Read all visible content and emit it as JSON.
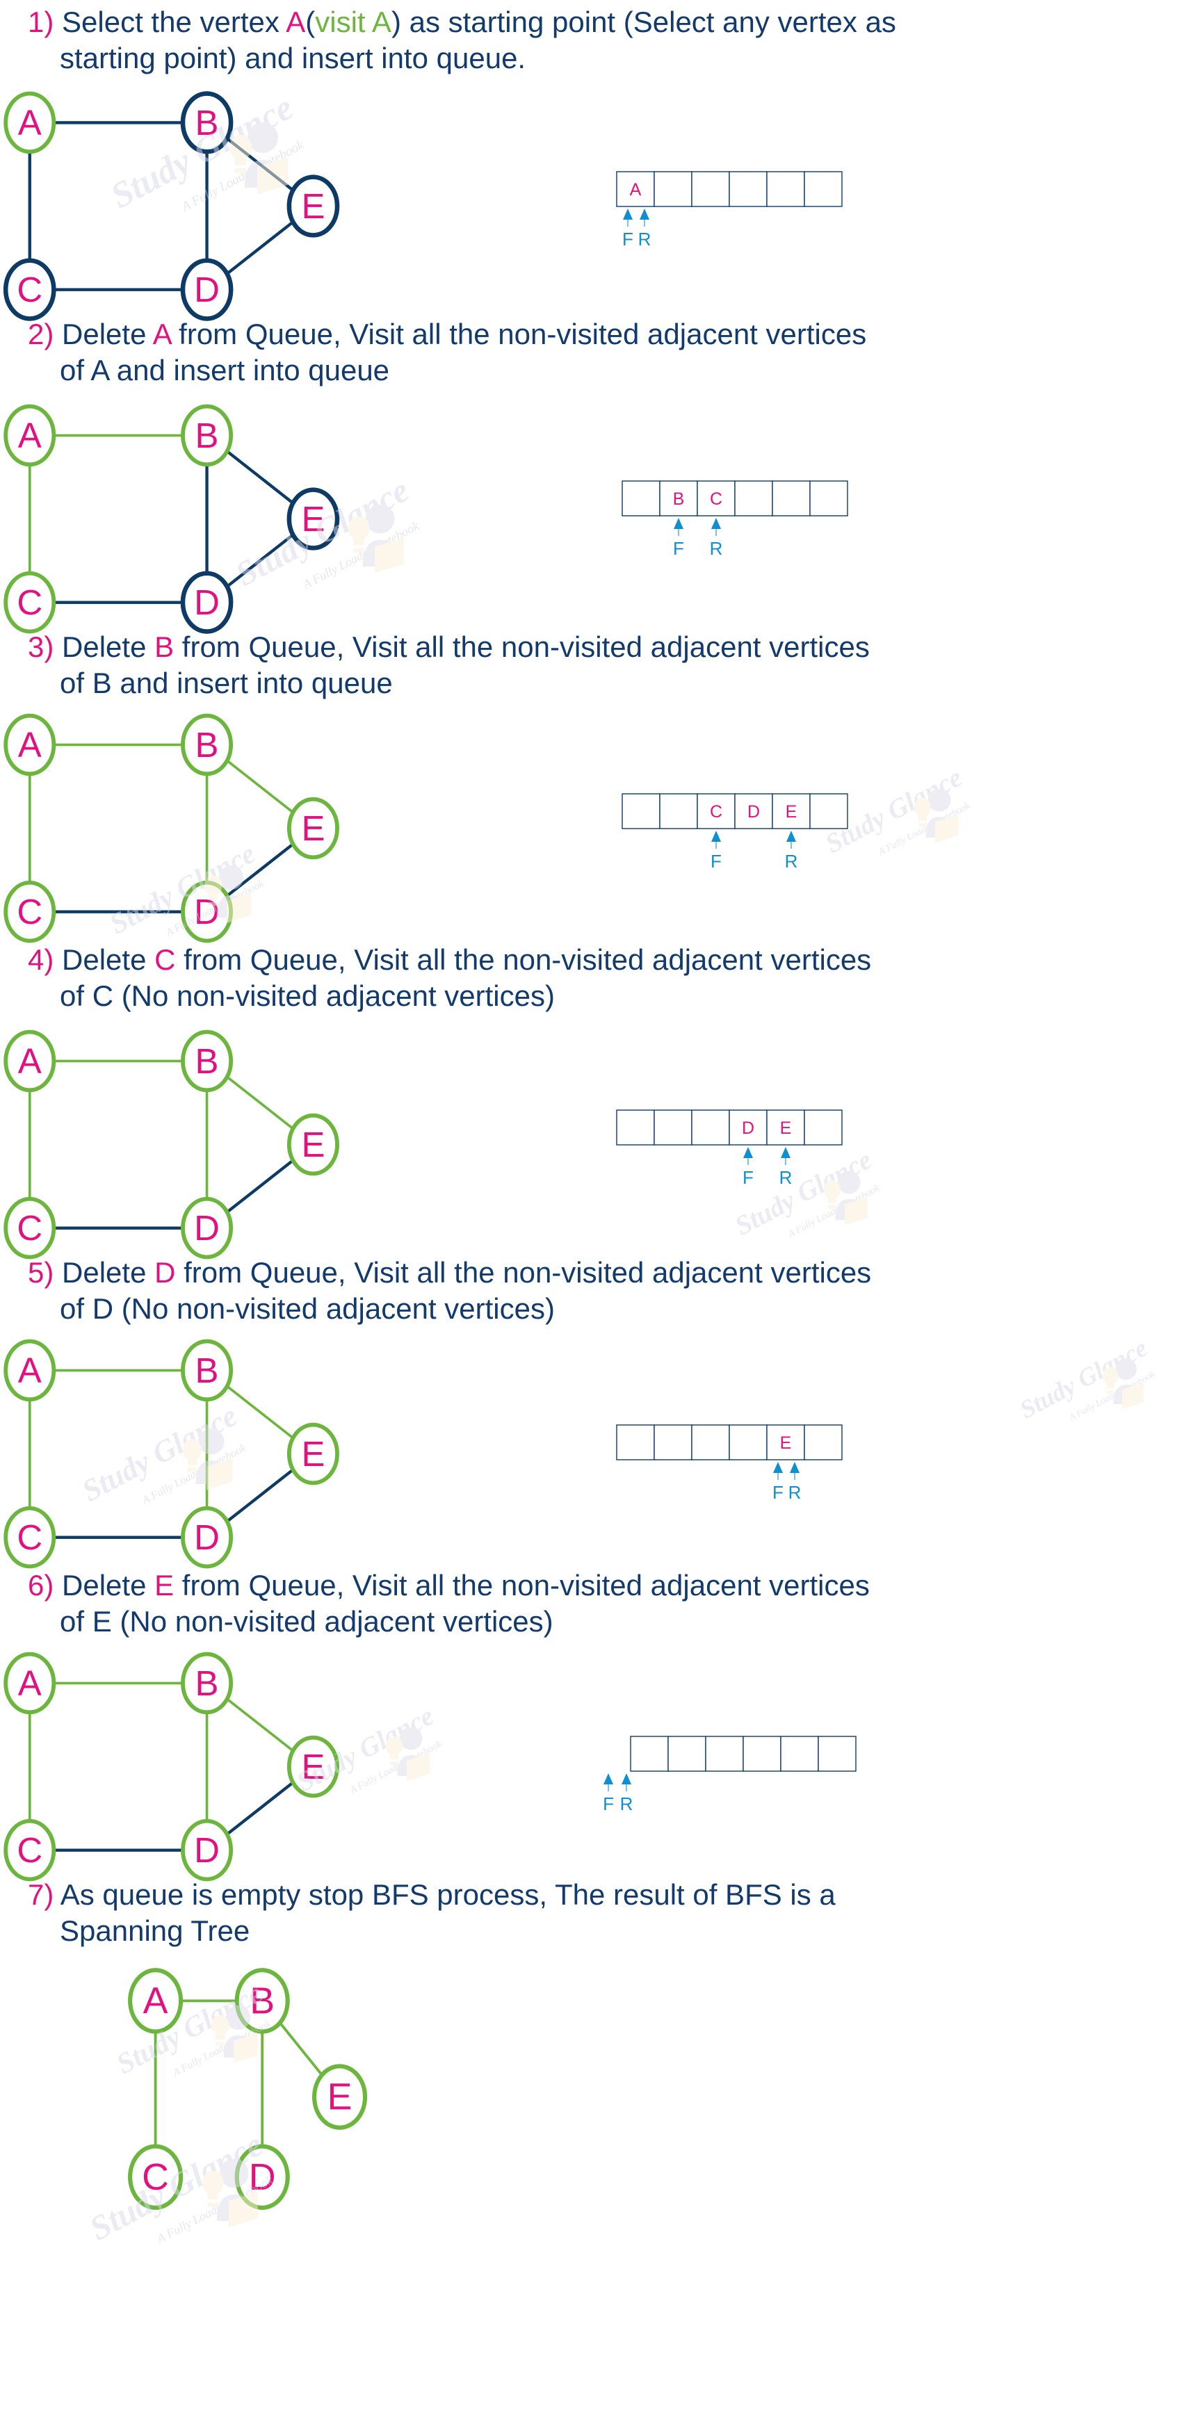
{
  "colors": {
    "text_navy": "#123a6d",
    "pink": "#e2117f",
    "green": "#6cb63d",
    "dark_blue": "#0d3b66",
    "pointer_blue": "#0f8fcf",
    "cell_border": "#0d3b66",
    "watermark": "#d9d9e8"
  },
  "watermark": {
    "main": "Study Glance",
    "sub": "A Fully Loaded Notebook"
  },
  "graph": {
    "vertices": [
      "A",
      "B",
      "C",
      "D",
      "E"
    ],
    "edges": [
      "A-B",
      "A-C",
      "B-D",
      "B-E",
      "C-D",
      "D-E"
    ],
    "spanning_tree_edges": [
      "A-B",
      "A-C",
      "B-D",
      "B-E"
    ]
  },
  "queue": {
    "cells": 6,
    "front_label": "F",
    "rear_label": "R"
  },
  "steps": [
    {
      "number": "1)",
      "line1_parts": [
        {
          "t": "Select the vertex ",
          "c": "navy"
        },
        {
          "t": "A",
          "c": "pink"
        },
        {
          "t": "(",
          "c": "navy"
        },
        {
          "t": "visit A",
          "c": "green"
        },
        {
          "t": ") as starting point (Select any vertex as",
          "c": "navy"
        }
      ],
      "line2_parts": [
        {
          "t": "starting point) and insert into queue.",
          "c": "navy"
        }
      ],
      "graph": {
        "visited": [
          "A"
        ],
        "green_edges": [],
        "layout": "full"
      },
      "queue_state": {
        "values": [
          "A",
          "",
          "",
          "",
          "",
          ""
        ],
        "front_index": 0,
        "rear_index": 0,
        "empty_pointers": false
      }
    },
    {
      "number": "2)",
      "line1_parts": [
        {
          "t": "Delete ",
          "c": "navy"
        },
        {
          "t": "A",
          "c": "pink"
        },
        {
          "t": " from Queue, Visit all the non-visited adjacent vertices",
          "c": "navy"
        }
      ],
      "line2_parts": [
        {
          "t": "of A and insert into queue",
          "c": "navy"
        }
      ],
      "graph": {
        "visited": [
          "A",
          "B",
          "C"
        ],
        "green_edges": [
          "A-B",
          "A-C"
        ],
        "layout": "full"
      },
      "queue_state": {
        "values": [
          "",
          "B",
          "C",
          "",
          "",
          ""
        ],
        "front_index": 1,
        "rear_index": 2,
        "empty_pointers": false
      }
    },
    {
      "number": "3)",
      "line1_parts": [
        {
          "t": "Delete ",
          "c": "navy"
        },
        {
          "t": "B",
          "c": "pink"
        },
        {
          "t": " from Queue, Visit all the non-visited adjacent vertices",
          "c": "navy"
        }
      ],
      "line2_parts": [
        {
          "t": "of B and insert into queue",
          "c": "navy"
        }
      ],
      "graph": {
        "visited": [
          "A",
          "B",
          "C",
          "D",
          "E"
        ],
        "green_edges": [
          "A-B",
          "A-C",
          "B-D",
          "B-E"
        ],
        "layout": "full"
      },
      "queue_state": {
        "values": [
          "",
          "",
          "C",
          "D",
          "E",
          ""
        ],
        "front_index": 2,
        "rear_index": 4,
        "empty_pointers": false
      }
    },
    {
      "number": "4)",
      "line1_parts": [
        {
          "t": "Delete ",
          "c": "navy"
        },
        {
          "t": "C",
          "c": "pink"
        },
        {
          "t": " from Queue, Visit all the non-visited adjacent vertices",
          "c": "navy"
        }
      ],
      "line2_parts": [
        {
          "t": "of C (No non-visited adjacent vertices)",
          "c": "navy"
        }
      ],
      "graph": {
        "visited": [
          "A",
          "B",
          "C",
          "D",
          "E"
        ],
        "green_edges": [
          "A-B",
          "A-C",
          "B-D",
          "B-E"
        ],
        "layout": "full"
      },
      "queue_state": {
        "values": [
          "",
          "",
          "",
          "D",
          "E",
          ""
        ],
        "front_index": 3,
        "rear_index": 4,
        "empty_pointers": false
      }
    },
    {
      "number": "5)",
      "line1_parts": [
        {
          "t": "Delete ",
          "c": "navy"
        },
        {
          "t": "D",
          "c": "pink"
        },
        {
          "t": " from Queue, Visit all the non-visited adjacent vertices",
          "c": "navy"
        }
      ],
      "line2_parts": [
        {
          "t": "of D (No non-visited adjacent vertices)",
          "c": "navy"
        }
      ],
      "graph": {
        "visited": [
          "A",
          "B",
          "C",
          "D",
          "E"
        ],
        "green_edges": [
          "A-B",
          "A-C",
          "B-D",
          "B-E"
        ],
        "layout": "full"
      },
      "queue_state": {
        "values": [
          "",
          "",
          "",
          "",
          "E",
          ""
        ],
        "front_index": 4,
        "rear_index": 4,
        "empty_pointers": false
      }
    },
    {
      "number": "6)",
      "line1_parts": [
        {
          "t": "Delete ",
          "c": "navy"
        },
        {
          "t": "E",
          "c": "pink"
        },
        {
          "t": " from Queue, Visit all the non-visited adjacent vertices",
          "c": "navy"
        }
      ],
      "line2_parts": [
        {
          "t": "of E (No non-visited adjacent vertices)",
          "c": "navy"
        }
      ],
      "graph": {
        "visited": [
          "A",
          "B",
          "C",
          "D",
          "E"
        ],
        "green_edges": [
          "A-B",
          "A-C",
          "B-D",
          "B-E"
        ],
        "layout": "full"
      },
      "queue_state": {
        "values": [
          "",
          "",
          "",
          "",
          "",
          ""
        ],
        "front_index": -1,
        "rear_index": -1,
        "empty_pointers": true
      }
    },
    {
      "number": "7)",
      "line1_parts": [
        {
          "t": "As queue is empty stop BFS process, The result of BFS is a",
          "c": "navy"
        }
      ],
      "line2_parts": [
        {
          "t": "Spanning Tree",
          "c": "navy"
        }
      ],
      "graph": {
        "visited": [
          "A",
          "B",
          "C",
          "D",
          "E"
        ],
        "green_edges": [
          "A-B",
          "A-C",
          "B-D",
          "B-E"
        ],
        "layout": "tree"
      },
      "queue_state": null
    }
  ]
}
